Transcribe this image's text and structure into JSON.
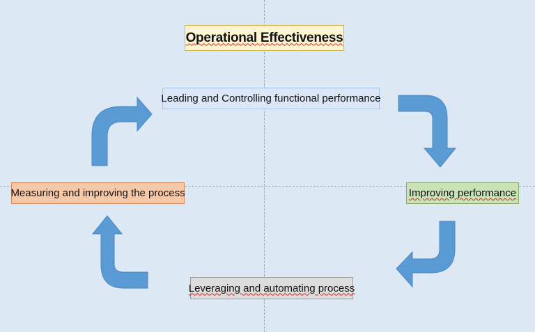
{
  "diagram": {
    "title": "Operational Effectiveness",
    "nodes": {
      "top": "Leading and Controlling functional performance",
      "right": "Improving performance",
      "bottom": "Leveraging and automating process",
      "left": "Measuring and improving the process"
    }
  },
  "colors": {
    "background": "#dde8f5",
    "arrow": "#5b9bd5",
    "arrow_outline": "#4a86c0",
    "title_fill": "#fdf5d2",
    "top_fill": "#dbe7f7",
    "right_fill": "#c9e3b6",
    "bottom_fill": "#dcdcdc",
    "left_fill": "#f7c8a8"
  },
  "icons": [
    "curved-arrow-icon"
  ]
}
